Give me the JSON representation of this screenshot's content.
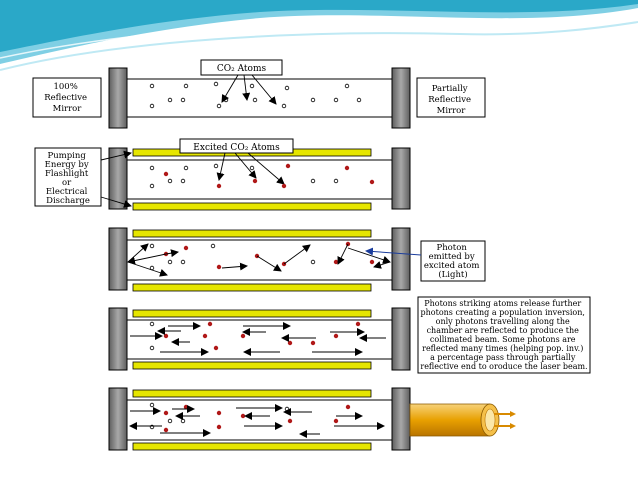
{
  "title_co2": "CO₂ Atoms",
  "title_excited": "Excited CO₂ Atoms",
  "label_mirror_left": [
    "100%",
    "Reflective",
    "Mirror"
  ],
  "label_mirror_right": [
    "Partially",
    "Reflective",
    "Mirror"
  ],
  "label_pumping": [
    "Pumping",
    "Energy by",
    "Flashlight",
    "or",
    "Electrical",
    "Discharge"
  ],
  "label_photon": [
    "Photon",
    "emitted by",
    "excited atom",
    "(Light)"
  ],
  "label_description": [
    "Photons striking atoms release further",
    "photons creating a population inversion,",
    "only photons travelling along the",
    "chamber are reflected to produce the",
    "collimated beam. Some photons are",
    "reflected many times (helping pop. inv.)",
    "a percentage pass through partially",
    "reflective end to oroduce the laser beam."
  ],
  "colors": {
    "header_teal": "#2aa8c8",
    "header_light": "#9fdcec",
    "mirror_gray": "#7a7a7a",
    "lamp_yellow": "#e6e600",
    "excited_red": "#b01818",
    "beam_orange": "#e8a000",
    "photon_arrow_blue": "#1a3c9c"
  }
}
